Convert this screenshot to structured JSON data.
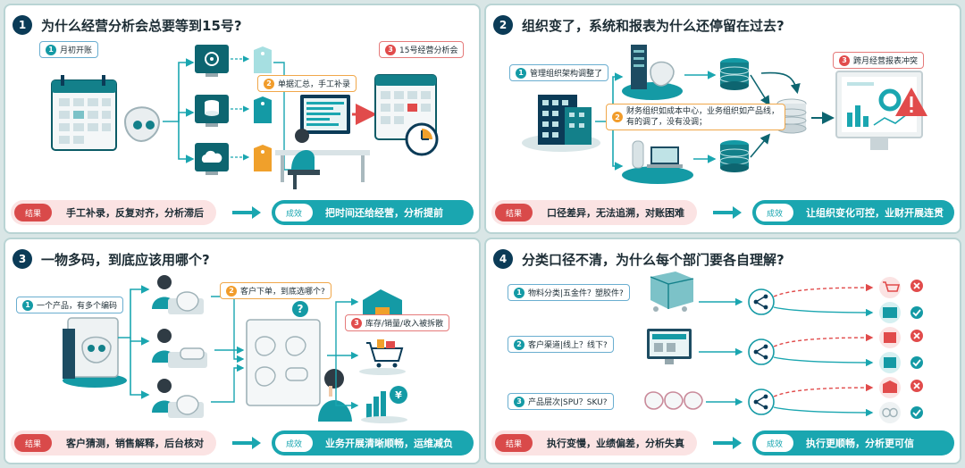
{
  "panels": [
    {
      "number": "1",
      "title": "为什么经营分析会总要等到15号?",
      "labels": {
        "a": "月初开账",
        "b": "单据汇总，手工补录",
        "c": "15号经营分析会"
      },
      "result_badge": "结果",
      "result_text": "手工补录，反复对齐，分析滞后",
      "effect_badge": "成效",
      "effect_text": "把时间还给经营，分析提前"
    },
    {
      "number": "2",
      "title": "组织变了，系统和报表为什么还停留在过去?",
      "labels": {
        "a": "管理组织架构调整了",
        "b_line1": "财务组织如成本中心，业务组织如产品线，",
        "b_line2": "有的调了，没有没调；",
        "c": "跨月经营报表冲突"
      },
      "result_badge": "结果",
      "result_text": "口径差异，无法追溯，对账困难",
      "effect_badge": "成效",
      "effect_text": "让组织变化可控，业财开展连贯"
    },
    {
      "number": "3",
      "title": "一物多码，到底应该用哪个?",
      "labels": {
        "a": "一个产品，有多个编码",
        "b": "客户下单，到底选哪个?",
        "c": "库存/销量/收入被拆散"
      },
      "result_badge": "结果",
      "result_text": "客户猜测，销售解释，后台核对",
      "effect_badge": "成效",
      "effect_text": "业务开展清晰顺畅，运维减负"
    },
    {
      "number": "4",
      "title": "分类口径不清，为什么每个部门要各自理解?",
      "labels": {
        "a": "物料分类|五金件？塑胶件?",
        "b": "客户渠道|线上？线下?",
        "c": "产品层次|SPU？SKU?"
      },
      "result_badge": "结果",
      "result_text": "执行变慢，业绩偏差，分析失真",
      "effect_badge": "成效",
      "effect_text": "执行更顺畅，分析更可信"
    }
  ],
  "callout_numbers": [
    "1",
    "2",
    "3"
  ],
  "question_mark": "?",
  "yuan_sign": "¥",
  "icons": {
    "calendar": "calendar-icon",
    "gear": "gear-icon",
    "database": "database-icon",
    "cloud": "cloud-icon",
    "tag": "price-tag-icon",
    "server": "server-icon",
    "building": "building-icon",
    "warning": "warning-icon",
    "box": "box-icon",
    "cart": "cart-icon",
    "coin": "coin-icon",
    "share": "share-icon",
    "check": "check-icon",
    "cross": "cross-icon"
  },
  "colors": {
    "teal": "#1aa6b0",
    "navy": "#0b3b57",
    "orange": "#f19c2b",
    "red": "#e14b4b",
    "result_bg": "#fbe3e3"
  }
}
